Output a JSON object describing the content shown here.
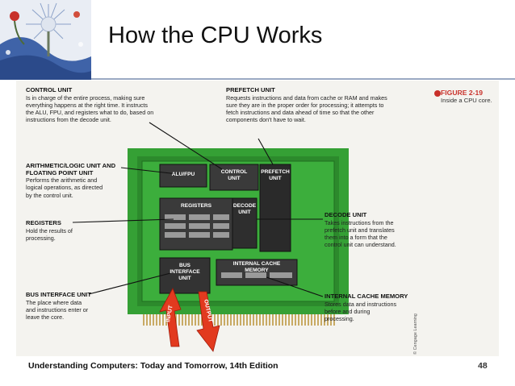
{
  "slide": {
    "title": "How the CPU Works",
    "footer": "Understanding Computers: Today and Tomorrow, 14th Edition",
    "page_number": "48"
  },
  "figure": {
    "number": "FIGURE 2-19",
    "caption": "Inside a CPU core.",
    "credit": "© Cengage Learning",
    "arrows": {
      "input": "INPUT",
      "output": "OUTPUT"
    },
    "chip": {
      "alu": "ALU/FPU",
      "control": [
        "CONTROL",
        "UNIT"
      ],
      "prefetch": [
        "PREFETCH",
        "UNIT"
      ],
      "registers": "REGISTERS",
      "decode": [
        "DECODE",
        "UNIT"
      ],
      "bus": [
        "BUS",
        "INTERFACE",
        "UNIT"
      ],
      "cache": [
        "INTERNAL CACHE",
        "MEMORY"
      ]
    },
    "callouts": {
      "control_unit": {
        "title": "CONTROL UNIT",
        "body": [
          "Is in charge of the entire process, making sure",
          "everything happens at the right time. It instructs",
          "the ALU, FPU, and registers what to do, based on",
          "instructions from the decode unit."
        ]
      },
      "prefetch_unit": {
        "title": "PREFETCH UNIT",
        "body": [
          "Requests instructions and data from cache or RAM and makes",
          "sure they are in the proper order for processing; it attempts to",
          "fetch instructions and data ahead of time so that the other",
          "components don't have to wait."
        ]
      },
      "alu_fpu": {
        "title": [
          "ARITHMETIC/LOGIC UNIT AND",
          "FLOATING POINT UNIT"
        ],
        "body": [
          "Performs the arithmetic and",
          "logical operations, as directed",
          "by the control unit."
        ]
      },
      "registers": {
        "title": "REGISTERS",
        "body": [
          "Hold the results of",
          "processing."
        ]
      },
      "decode_unit": {
        "title": "DECODE UNIT",
        "body": [
          "Takes instructions from the",
          "prefetch unit and translates",
          "them into a form that the",
          "control unit can understand."
        ]
      },
      "bus_interface": {
        "title": "BUS INTERFACE UNIT",
        "body": [
          "The place where data",
          "and instructions enter or",
          "leave the core."
        ]
      },
      "cache_memory": {
        "title": "INTERNAL CACHE MEMORY",
        "body": [
          "Stores data and instructions",
          "before and during",
          "processing."
        ]
      }
    }
  }
}
